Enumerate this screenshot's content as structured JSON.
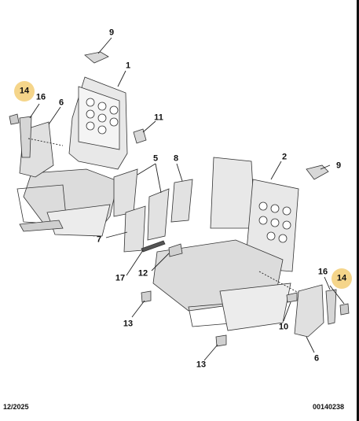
{
  "callouts": [
    {
      "id": "c9a",
      "text": "9"
    },
    {
      "id": "c1",
      "text": "1"
    },
    {
      "id": "c14a",
      "text": "14"
    },
    {
      "id": "c16a",
      "text": "16"
    },
    {
      "id": "c6a",
      "text": "6"
    },
    {
      "id": "c11",
      "text": "11"
    },
    {
      "id": "c5",
      "text": "5"
    },
    {
      "id": "c8",
      "text": "8"
    },
    {
      "id": "c2",
      "text": "2"
    },
    {
      "id": "c9b",
      "text": "9"
    },
    {
      "id": "c7",
      "text": "7"
    },
    {
      "id": "c17",
      "text": "17"
    },
    {
      "id": "c12",
      "text": "12"
    },
    {
      "id": "c16b",
      "text": "16"
    },
    {
      "id": "c14b",
      "text": "14"
    },
    {
      "id": "c13a",
      "text": "13"
    },
    {
      "id": "c10",
      "text": "10"
    },
    {
      "id": "c6b",
      "text": "6"
    },
    {
      "id": "c13b",
      "text": "13"
    }
  ],
  "footer": {
    "date": "12/2025",
    "ref": "00140238"
  },
  "colors": {
    "highlight": "#f5d58a",
    "line": "#222222",
    "part_fill": "#e6e6e6"
  }
}
